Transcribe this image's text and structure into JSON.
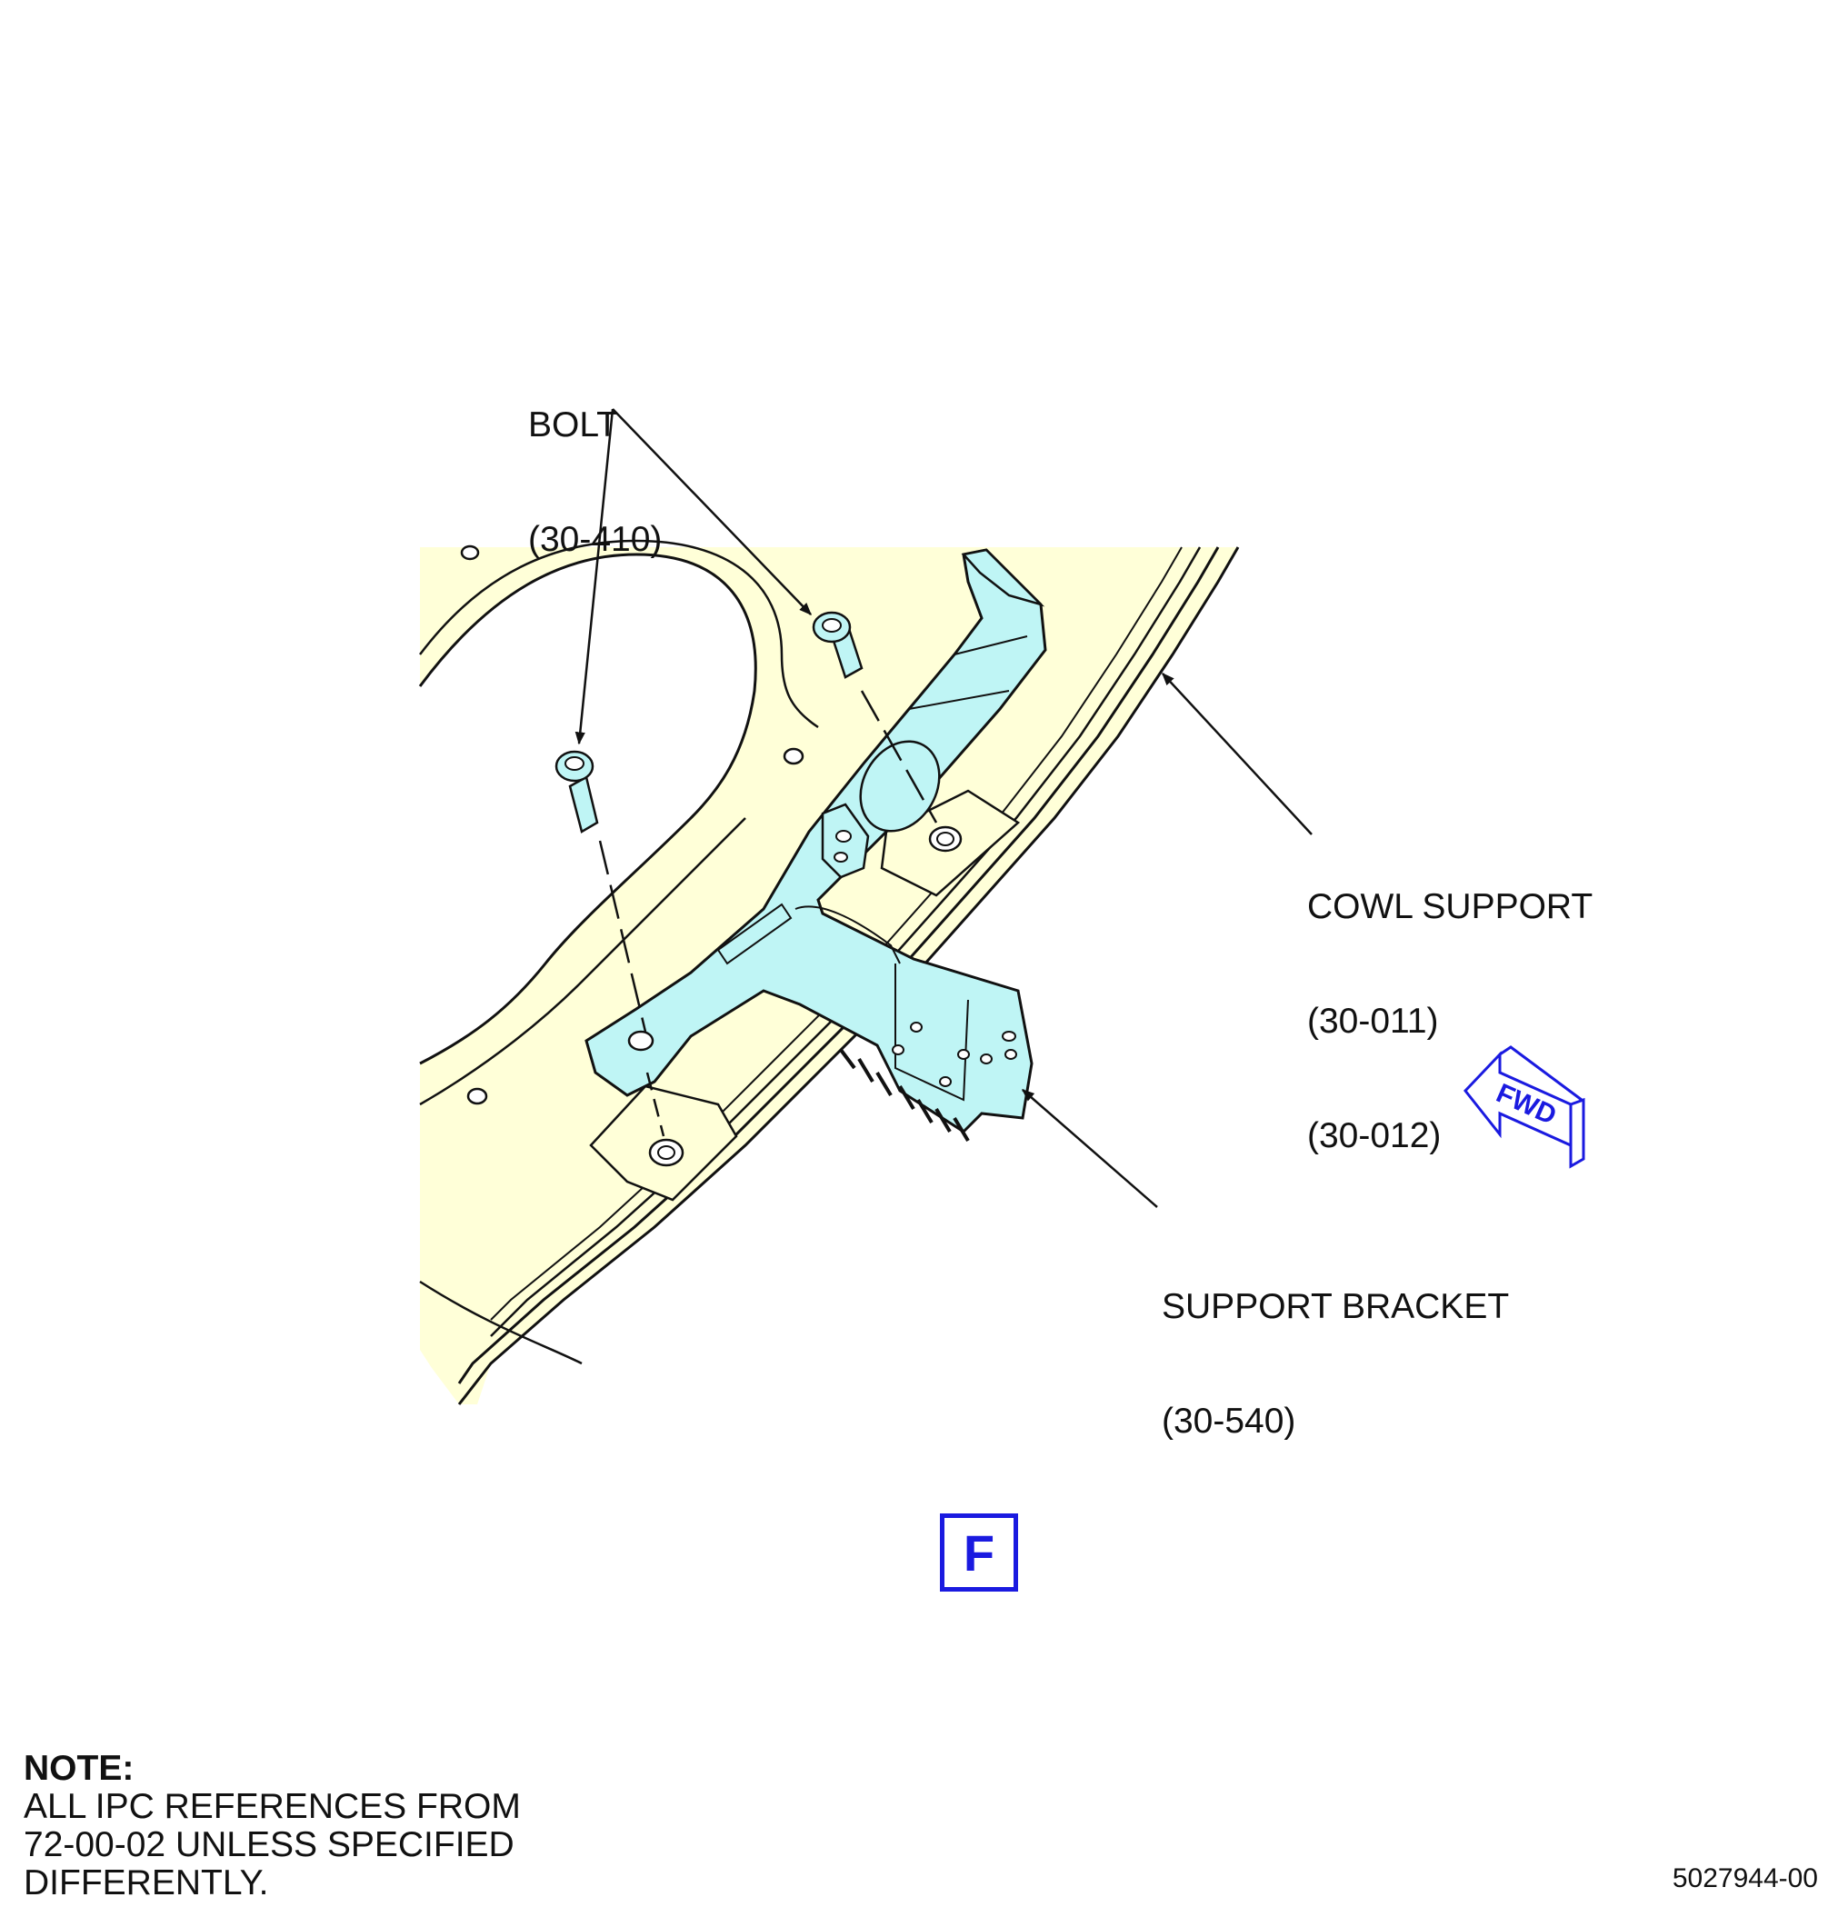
{
  "callouts": {
    "bolt": {
      "name": "BOLT",
      "ref": "(30-410)"
    },
    "cowl_support": {
      "name": "COWL SUPPORT",
      "ref1": "(30-011)",
      "ref2": "(30-012)"
    },
    "support_bracket": {
      "name": "SUPPORT BRACKET",
      "ref": "(30-540)"
    }
  },
  "fwd_label": "FWD",
  "view_letter": "F",
  "note": {
    "title": "NOTE:",
    "line1": "ALL IPC REFERENCES FROM",
    "line2": "72-00-02 UNLESS SPECIFIED",
    "line3": "DIFFERENTLY."
  },
  "figure_id": "5027944-00",
  "colors": {
    "cowl_fill": "#ffffd8",
    "bracket_fill": "#bff5f5",
    "fwd_blue": "#1a1ae0",
    "line": "#111111"
  }
}
